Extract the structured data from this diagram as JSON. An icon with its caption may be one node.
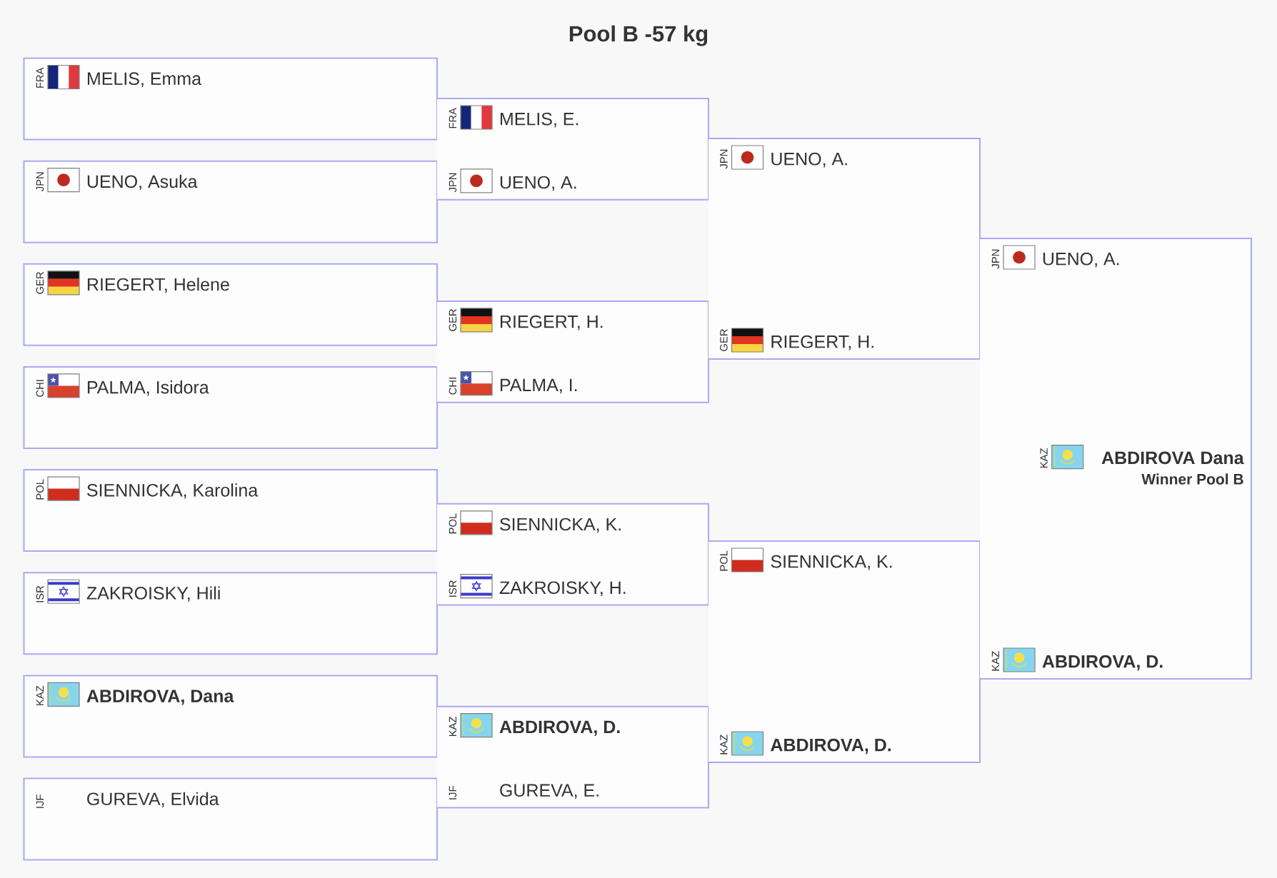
{
  "diagram": {
    "title": "Pool B -57 kg",
    "nodes": [
      {
        "text": [
          "FRA",
          "MELIS, Emma"
        ]
      },
      {
        "text": [
          "JPN",
          "UENO, Asuka"
        ]
      },
      {
        "text": [
          "GER",
          "RIEGERT, Helene"
        ]
      },
      {
        "text": [
          "CHI",
          "PALMA, Isidora"
        ]
      },
      {
        "text": [
          "POL",
          "SIENNICKA, Karolina"
        ]
      },
      {
        "text": [
          "ISR",
          "ZAKROISKY, Hili"
        ]
      },
      {
        "text": [
          "KAZ",
          "ABDIROVA, Dana"
        ]
      },
      {
        "text": [
          "IJF",
          "GUREVA, Elvida"
        ]
      },
      {
        "text": [
          "FRA",
          "MELIS, E.",
          "JPN",
          "UENO, A."
        ]
      },
      {
        "text": [
          "GER",
          "RIEGERT, H.",
          "CHI",
          "PALMA, I."
        ]
      },
      {
        "text": [
          "POL",
          "SIENNICKA, K.",
          "ISR",
          "ZAKROISKY, H."
        ]
      },
      {
        "text": [
          "KAZ",
          "ABDIROVA, D.",
          "IJF",
          "GUREVA, E."
        ]
      },
      {
        "text": [
          "JPN",
          "UENO, A.",
          "GER",
          "RIEGERT, H."
        ]
      },
      {
        "text": [
          "POL",
          "SIENNICKA, K.",
          "KAZ",
          "ABDIROVA, D."
        ]
      },
      {
        "text": [
          "JPN",
          "UENO, A.",
          "KAZ",
          "ABDIROVA Dana",
          "Winner Pool B",
          "KAZ",
          "ABDIROVA, D."
        ]
      }
    ]
  }
}
